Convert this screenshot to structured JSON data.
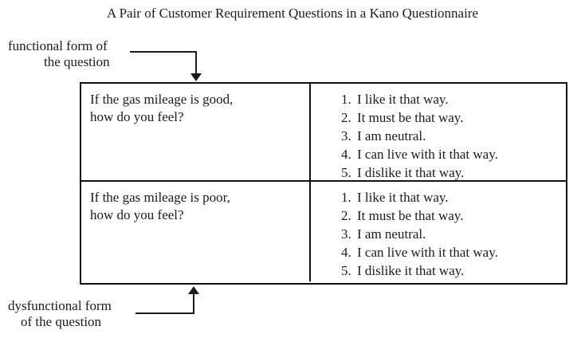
{
  "title": "A Pair of Customer Requirement Questions in a Kano Questionnaire",
  "labels": {
    "functional": {
      "line1": "functional form of",
      "line2": "the question"
    },
    "dysfunctional": {
      "line1": "dysfunctional form",
      "line2": "of the question"
    }
  },
  "table": {
    "rows": [
      {
        "name": "functional",
        "question_line1": "If the gas mileage is good,",
        "question_line2": "how do you feel?",
        "options": [
          "I like it that way.",
          "It must be that way.",
          "I am neutral.",
          "I can live with it that way.",
          "I dislike it that way."
        ]
      },
      {
        "name": "dysfunctional",
        "question_line1": "If the gas mileage is poor,",
        "question_line2": "how do you feel?",
        "options": [
          "I like it that way.",
          "It must be that way.",
          "I am neutral.",
          "I can live with it that way.",
          "I dislike it that way."
        ]
      }
    ]
  },
  "colors": {
    "ink": "#1b1b1b",
    "border": "#111111",
    "background": "#ffffff"
  }
}
